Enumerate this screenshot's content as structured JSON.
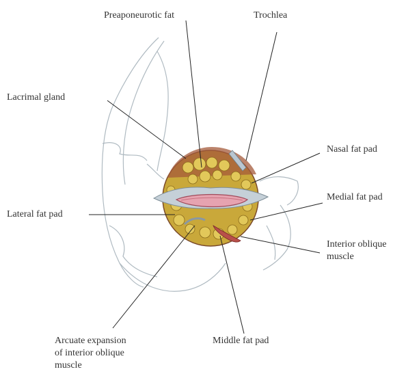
{
  "labels": {
    "preaponeurotic_fat": "Preaponeurotic fat",
    "trochlea": "Trochlea",
    "lacrimal_gland": "Lacrimal gland",
    "nasal_fat_pad": "Nasal fat pad",
    "medial_fat_pad": "Medial fat pad",
    "lateral_fat_pad": "Lateral fat pad",
    "interior_oblique_line1": "Interior oblique",
    "interior_oblique_line2": "muscle",
    "arcuate_line1": "Arcuate expansion",
    "arcuate_line2": "of interior oblique",
    "arcuate_line3": "muscle",
    "middle_fat_pad": "Middle fat pad"
  },
  "colors": {
    "fat": "#c9a83a",
    "fat_highlight": "#e2c85a",
    "muscle": "#b8504a",
    "eyelid_pink": "#e6a3b0",
    "ligament": "#b9c6d0",
    "bone_sketch": "#9aa7b0",
    "leader_line": "#222222"
  }
}
